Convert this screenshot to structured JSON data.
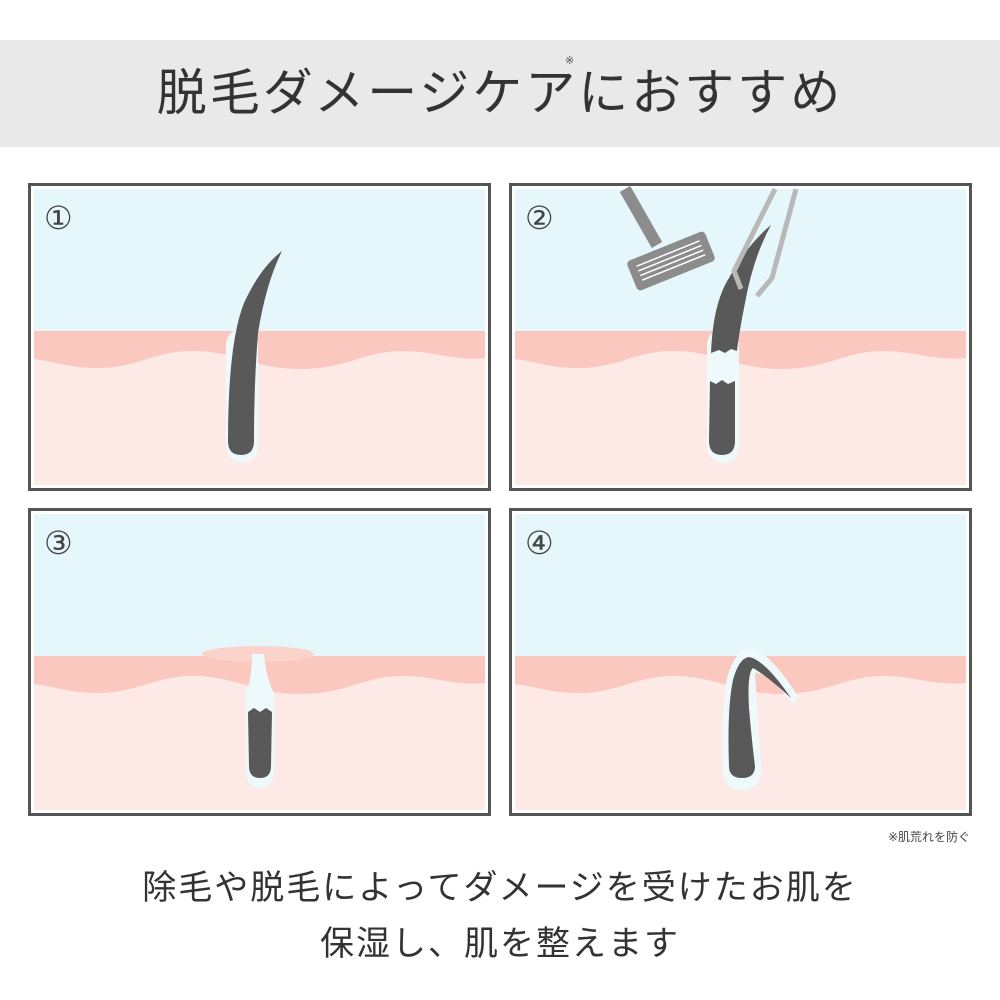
{
  "title": {
    "text": "脱毛ダメージケアにおすすめ",
    "mark": "※"
  },
  "panels": [
    {
      "number": "①",
      "state": "healthy hair"
    },
    {
      "number": "②",
      "state": "shaving / tweezing"
    },
    {
      "number": "③",
      "state": "irritated follicle"
    },
    {
      "number": "④",
      "state": "ingrown hair"
    }
  ],
  "footnote": "※肌荒れを防ぐ",
  "description": {
    "line1": "除毛や脱毛によってダメージを受けたお肌を",
    "line2": "保湿し、肌を整えます"
  },
  "colors": {
    "sky": "#e6f7fc",
    "epidermis": "#fbc8c0",
    "dermis": "#fde9e6",
    "hair": "#595959",
    "border": "#555555",
    "band": "#e9e9e9"
  }
}
